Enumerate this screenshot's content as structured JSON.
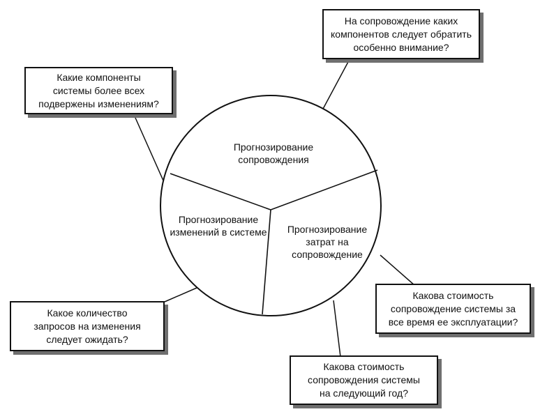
{
  "diagram": {
    "segments": {
      "maintenance_forecast": "Прогнозирование\nсопровождения",
      "system_change_forecast": "Прогнозирование\nизменений в системе",
      "maintenance_cost_forecast": "Прогнозирование\nзатрат на\nсопровождение"
    },
    "questions": {
      "components_most_changed": "Какие компоненты\nсистемы более всех\nподвержены изменениям?",
      "components_special_attention": "На сопровождение каких\nкомпонентов следует обратить\nособенно внимание?",
      "change_requests_expected": "Какое количество\nзапросов на изменения\nследует ожидать?",
      "lifetime_maintenance_cost": "Какова стоимость\nсопровождение системы за\nвсе время ее эксплуатации?",
      "next_year_maintenance_cost": "Какова стоимость\nсопровождения системы\nна следующий год?"
    }
  }
}
